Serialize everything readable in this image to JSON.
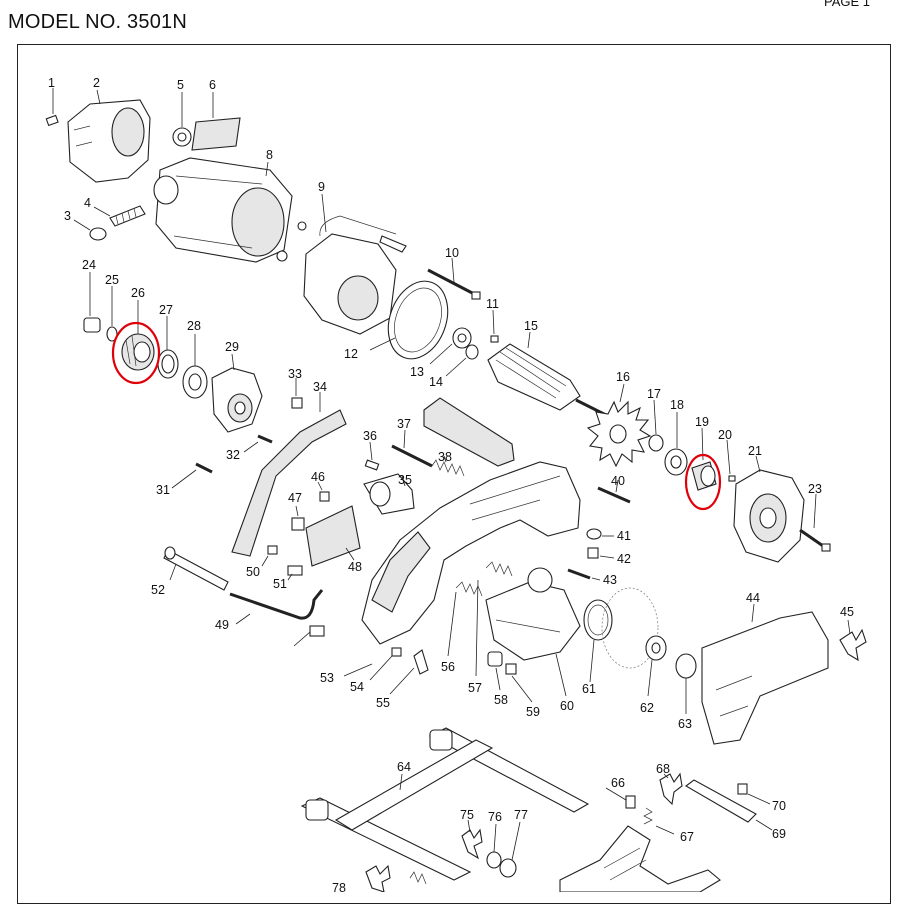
{
  "header": {
    "model": "MODEL NO. 3501N",
    "page": "PAGE 1"
  },
  "part_numbers": [
    "1",
    "2",
    "3",
    "4",
    "5",
    "6",
    "8",
    "9",
    "10",
    "11",
    "12",
    "13",
    "14",
    "15",
    "16",
    "17",
    "18",
    "19",
    "20",
    "21",
    "23",
    "24",
    "25",
    "26",
    "27",
    "28",
    "29",
    "31",
    "32",
    "33",
    "34",
    "35",
    "36",
    "37",
    "38",
    "40",
    "41",
    "42",
    "43",
    "44",
    "45",
    "46",
    "47",
    "48",
    "49",
    "50",
    "51",
    "52",
    "53",
    "54",
    "55",
    "56",
    "57",
    "58",
    "59",
    "60",
    "61",
    "62",
    "63",
    "64",
    "66",
    "67",
    "68",
    "69",
    "70",
    "75",
    "76",
    "77",
    "78"
  ],
  "highlighted_parts": [
    "26",
    "19"
  ],
  "colors": {
    "highlight": "#e0000a",
    "line": "#222222",
    "frame": "#222222"
  }
}
